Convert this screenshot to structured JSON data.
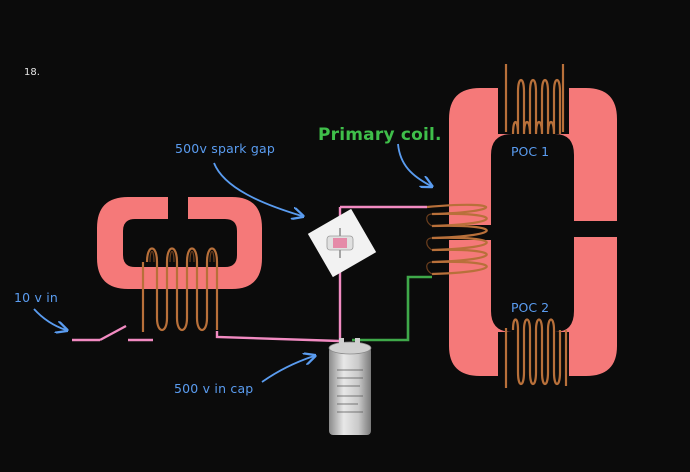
{
  "figure": {
    "number": "18.",
    "labels": {
      "spark_gap": "500v spark gap",
      "primary_coil": "Primary coil.",
      "input": "10 v in",
      "cap": "500 v in cap",
      "poc1": "POC 1",
      "poc2": "POC 2"
    },
    "colors": {
      "core": "#f57979",
      "wire_pink": "#f28bc2",
      "wire_green": "#3fa94a",
      "copper": "#b8703a",
      "label_blue": "#5a9cf0",
      "label_green": "#3fbf4a",
      "background": "#0b0b0b"
    }
  }
}
